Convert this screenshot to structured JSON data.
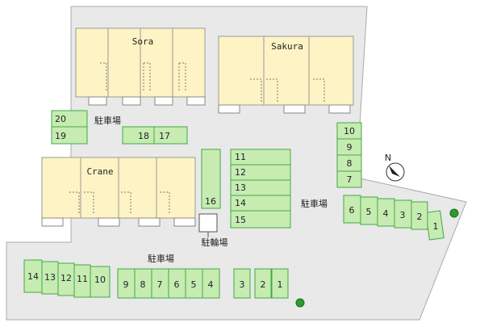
{
  "buildings": [
    {
      "name": "Sora",
      "units": 4
    },
    {
      "name": "Sakura",
      "units": 3
    },
    {
      "name": "Crane",
      "units": 4
    }
  ],
  "labels": {
    "parking_top_left": "駐車場",
    "parking_right": "駐車場",
    "parking_bottom": "駐車場",
    "bicycle_parking": "駐輪場"
  },
  "parking_slots": [
    "1",
    "2",
    "3",
    "4",
    "5",
    "6",
    "7",
    "8",
    "9",
    "10",
    "11",
    "12",
    "13",
    "14",
    "15",
    "16",
    "17",
    "18",
    "19",
    "20"
  ],
  "compass": {
    "label": "N"
  },
  "colors": {
    "site": "#e9e9e9",
    "building": "#fdf3c4",
    "slot_fill": "#c6ecb2",
    "slot_border": "#44a844",
    "tree": "#2f9a2f"
  }
}
